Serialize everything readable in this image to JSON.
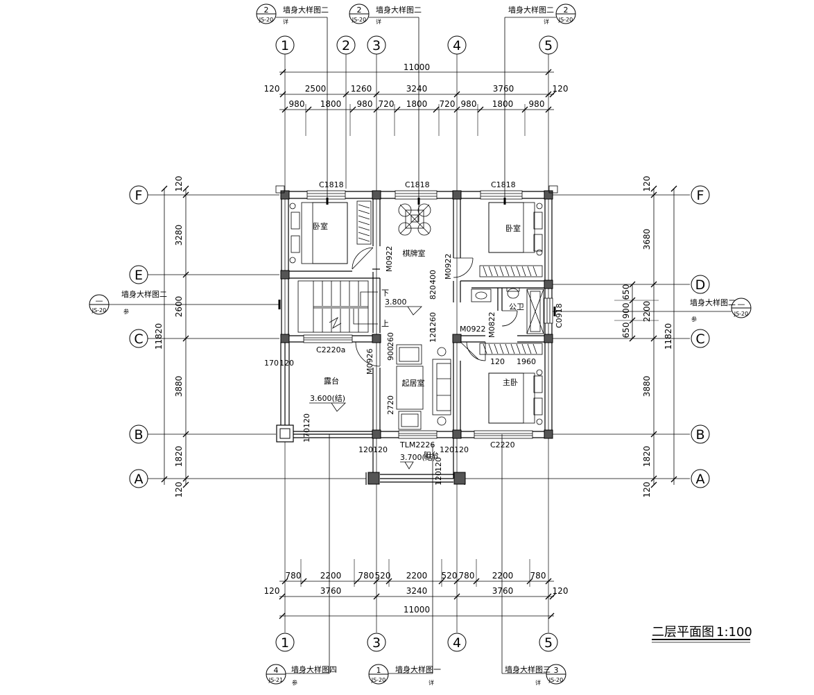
{
  "drawing": {
    "title": "二层平面图",
    "scale": "1:100"
  },
  "axes": {
    "columns": [
      "1",
      "2",
      "3",
      "4",
      "5"
    ],
    "rows": [
      "F",
      "E",
      "D",
      "C",
      "B",
      "A"
    ]
  },
  "top_dims": {
    "total": "11000",
    "segments": [
      "120",
      "2500",
      "1260",
      "3240",
      "3760",
      "120"
    ],
    "details": [
      "980",
      "1800",
      "980",
      "720",
      "1800",
      "720",
      "980",
      "1800",
      "980"
    ]
  },
  "bottom_dims": {
    "total": "11000",
    "segments": [
      "120",
      "3760",
      "3240",
      "3760",
      "120"
    ],
    "details": [
      "780",
      "2200",
      "780",
      "520",
      "2200",
      "520",
      "780",
      "2200",
      "780"
    ]
  },
  "left_dims": {
    "total": "11820",
    "segments": [
      "120",
      "3280",
      "2600",
      "3880",
      "1820",
      "120"
    ]
  },
  "right_dims": {
    "total": "11820",
    "segments": [
      "120",
      "3680",
      "2200",
      "3880",
      "1820",
      "120"
    ],
    "details": [
      "650",
      "900",
      "650"
    ]
  },
  "rooms": {
    "bedroom_left": "卧室",
    "bedroom_right": "卧室",
    "chess_room": "棋牌室",
    "bathroom": "公卫",
    "master_bedroom": "主卧",
    "living_room": "起居室",
    "terrace": "露台",
    "balcony": "阳台"
  },
  "levels": {
    "hall": "3.800",
    "terrace": "3.600(结)",
    "balcony": "3.700(结)"
  },
  "stair": {
    "down": "下",
    "up": "上"
  },
  "openings": {
    "c1818_a": "C1818",
    "c1818_b": "C1818",
    "c1818_c": "C1818",
    "m0922_a": "M0922",
    "m0922_b": "M0922",
    "m0922_c": "M0922",
    "m0822": "M0822",
    "c0918": "C0918",
    "c2220a": "C2220a",
    "m0926": "M0926",
    "tlm2226": "TLM2226",
    "c2220": "C2220"
  },
  "inner_dims": {
    "d820": "820",
    "d400": "400",
    "d1260": "1260",
    "d120a": "120",
    "d900": "900",
    "d260": "260",
    "d2720": "2720",
    "d120b": "120",
    "d1960": "1960",
    "d170a": "170",
    "d120c": "120",
    "d170b": "170",
    "d120d": "120",
    "d120e": "120",
    "d120f": "120",
    "d120g": "120",
    "d120h": "120",
    "d120i": "120",
    "d120j": "120"
  },
  "detail_refs": [
    {
      "num": "2",
      "sheet": "JS-20",
      "text": "墙身大样图二",
      "note": "详"
    },
    {
      "num": "2",
      "sheet": "JS-20",
      "text": "墙身大样图二",
      "note": "详"
    },
    {
      "num": "2",
      "sheet": "JS-20",
      "text": "墙身大样图二",
      "note": "详"
    },
    {
      "num": "—",
      "sheet": "JS-20",
      "text": "墙身大样图二",
      "note": "参"
    },
    {
      "num": "—",
      "sheet": "JS-20",
      "text": "墙身大样图二",
      "note": "参"
    },
    {
      "num": "4",
      "sheet": "JS-21",
      "text": "墙身大样图四",
      "note": "参"
    },
    {
      "num": "1",
      "sheet": "JS-20",
      "text": "墙身大样图一",
      "note": "详"
    },
    {
      "num": "3",
      "sheet": "JS-20",
      "text": "墙身大样图三",
      "note": "详"
    }
  ]
}
